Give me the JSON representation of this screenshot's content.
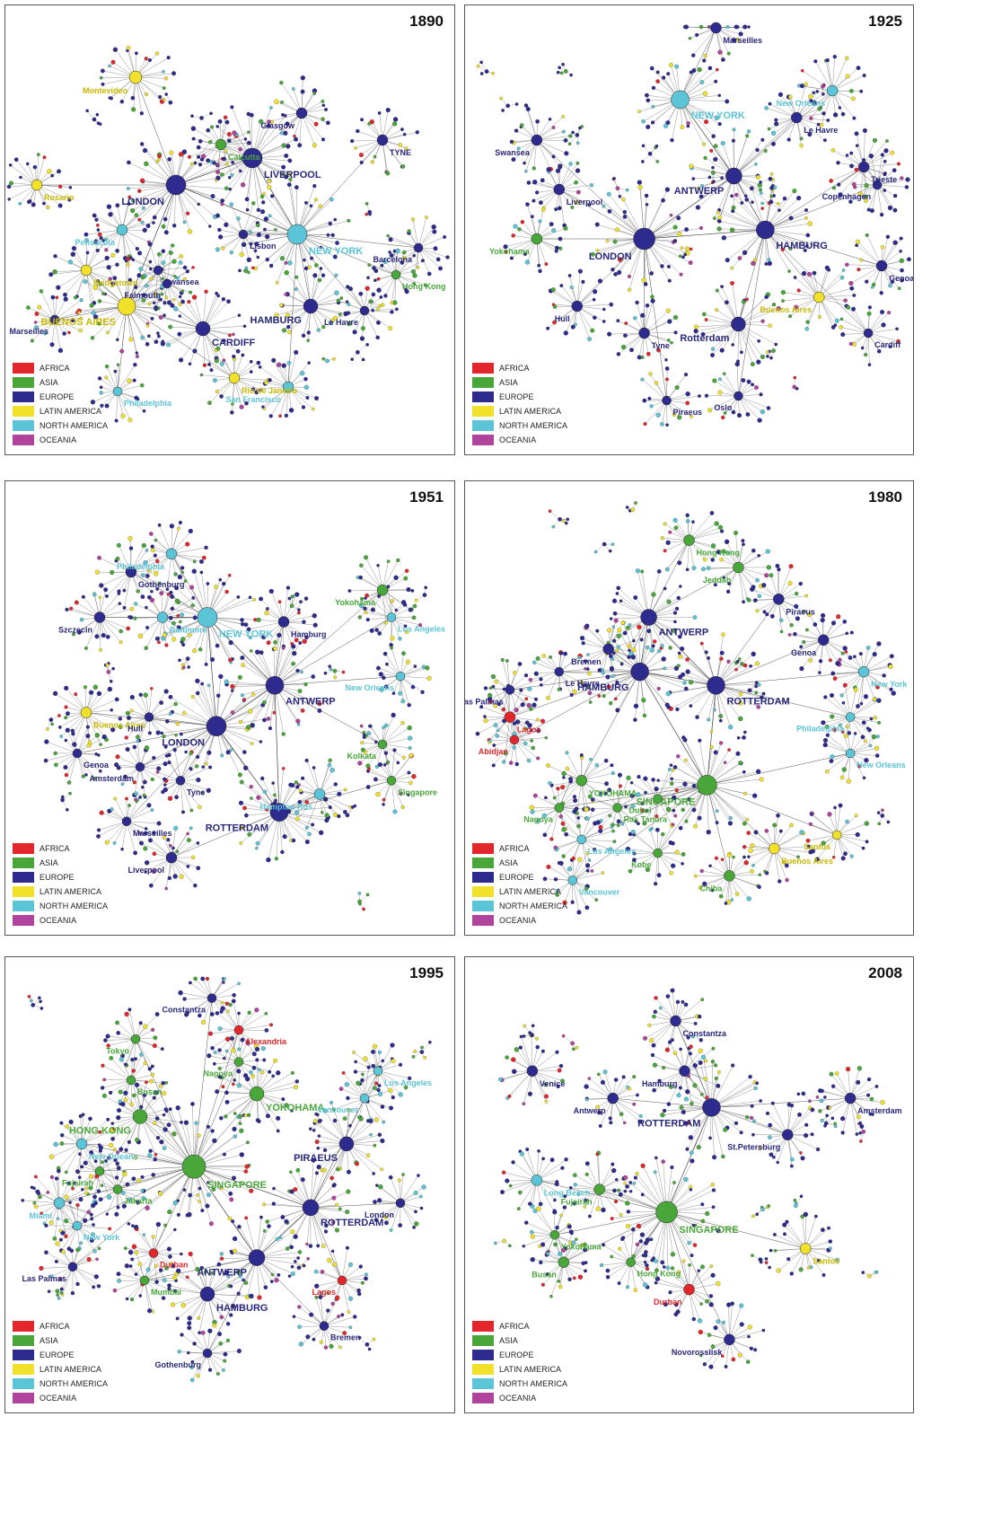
{
  "legend": [
    {
      "label": "AFRICA",
      "color": "#e3262b"
    },
    {
      "label": "ASIA",
      "color": "#49a73a"
    },
    {
      "label": "EUROPE",
      "color": "#2e2b8f"
    },
    {
      "label": "LATIN AMERICA",
      "color": "#f2e12a"
    },
    {
      "label": "NORTH AMERICA",
      "color": "#5bc4d6"
    },
    {
      "label": "OCEANIA",
      "color": "#b0449c"
    }
  ],
  "panels": [
    {
      "year": "1890",
      "hubs": [
        {
          "label": "LIVERPOOL",
          "region": "EUROPE"
        },
        {
          "label": "LONDON",
          "region": "EUROPE"
        },
        {
          "label": "NEW YORK",
          "region": "NORTH AMERICA"
        },
        {
          "label": "BUENOS AIRES",
          "region": "LATIN AMERICA"
        },
        {
          "label": "CARDIFF",
          "region": "EUROPE"
        },
        {
          "label": "HAMBURG",
          "region": "EUROPE"
        },
        {
          "label": "Calcutta",
          "region": "ASIA"
        },
        {
          "label": "Glasgow",
          "region": "EUROPE"
        },
        {
          "label": "TYNE",
          "region": "EUROPE"
        },
        {
          "label": "Montevideo",
          "region": "LATIN AMERICA"
        },
        {
          "label": "Rosario",
          "region": "LATIN AMERICA"
        },
        {
          "label": "Pensacola",
          "region": "NORTH AMERICA"
        },
        {
          "label": "Bridgetown",
          "region": "LATIN AMERICA"
        },
        {
          "label": "Marseilles",
          "region": "EUROPE"
        },
        {
          "label": "Swansea",
          "region": "EUROPE"
        },
        {
          "label": "Falmouth",
          "region": "EUROPE"
        },
        {
          "label": "Lisbon",
          "region": "EUROPE"
        },
        {
          "label": "Barcelona",
          "region": "EUROPE"
        },
        {
          "label": "Hong Kong",
          "region": "ASIA"
        },
        {
          "label": "Le Havre",
          "region": "EUROPE"
        },
        {
          "label": "Rio de Janeiro",
          "region": "LATIN AMERICA"
        },
        {
          "label": "San Francisco",
          "region": "NORTH AMERICA"
        },
        {
          "label": "Philadelphia",
          "region": "NORTH AMERICA"
        }
      ]
    },
    {
      "year": "1925",
      "hubs": [
        {
          "label": "NEW YORK",
          "region": "NORTH AMERICA"
        },
        {
          "label": "LONDON",
          "region": "EUROPE"
        },
        {
          "label": "HAMBURG",
          "region": "EUROPE"
        },
        {
          "label": "ANTWERP",
          "region": "EUROPE"
        },
        {
          "label": "Marseilles",
          "region": "EUROPE"
        },
        {
          "label": "New Orleans",
          "region": "NORTH AMERICA"
        },
        {
          "label": "Le Havre",
          "region": "EUROPE"
        },
        {
          "label": "Swansea",
          "region": "EUROPE"
        },
        {
          "label": "Liverpool",
          "region": "EUROPE"
        },
        {
          "label": "Yokohama",
          "region": "ASIA"
        },
        {
          "label": "Trieste",
          "region": "EUROPE"
        },
        {
          "label": "Copenhagen",
          "region": "EUROPE"
        },
        {
          "label": "Genoa",
          "region": "EUROPE"
        },
        {
          "label": "Buenos Aires",
          "region": "LATIN AMERICA"
        },
        {
          "label": "Cardiff",
          "region": "EUROPE"
        },
        {
          "label": "Hull",
          "region": "EUROPE"
        },
        {
          "label": "Tyne",
          "region": "EUROPE"
        },
        {
          "label": "Rotterdam",
          "region": "EUROPE"
        },
        {
          "label": "Piraeus",
          "region": "EUROPE"
        },
        {
          "label": "Oslo",
          "region": "EUROPE"
        }
      ]
    },
    {
      "year": "1951",
      "hubs": [
        {
          "label": "NEW YORK",
          "region": "NORTH AMERICA"
        },
        {
          "label": "LONDON",
          "region": "EUROPE"
        },
        {
          "label": "ANTWERP",
          "region": "EUROPE"
        },
        {
          "label": "ROTTERDAM",
          "region": "EUROPE"
        },
        {
          "label": "Gothenburg",
          "region": "EUROPE"
        },
        {
          "label": "Philadelphia",
          "region": "NORTH AMERICA"
        },
        {
          "label": "Baltimore",
          "region": "NORTH AMERICA"
        },
        {
          "label": "Szczecin",
          "region": "EUROPE"
        },
        {
          "label": "Hamburg",
          "region": "EUROPE"
        },
        {
          "label": "Yokohama",
          "region": "ASIA"
        },
        {
          "label": "Los Angeles",
          "region": "NORTH AMERICA"
        },
        {
          "label": "New Orleans",
          "region": "NORTH AMERICA"
        },
        {
          "label": "Buenos Aires",
          "region": "LATIN AMERICA"
        },
        {
          "label": "Hull",
          "region": "EUROPE"
        },
        {
          "label": "Genoa",
          "region": "EUROPE"
        },
        {
          "label": "Amsterdam",
          "region": "EUROPE"
        },
        {
          "label": "Tyne",
          "region": "EUROPE"
        },
        {
          "label": "Kolkata",
          "region": "ASIA"
        },
        {
          "label": "Singapore",
          "region": "ASIA"
        },
        {
          "label": "Hampton Rds",
          "region": "NORTH AMERICA"
        },
        {
          "label": "Marseilles",
          "region": "EUROPE"
        },
        {
          "label": "Liverpool",
          "region": "EUROPE"
        }
      ]
    },
    {
      "year": "1980",
      "hubs": [
        {
          "label": "ROTTERDAM",
          "region": "EUROPE"
        },
        {
          "label": "HAMBURG",
          "region": "EUROPE"
        },
        {
          "label": "ANTWERP",
          "region": "EUROPE"
        },
        {
          "label": "SINGAPORE",
          "region": "ASIA"
        },
        {
          "label": "YOKOHAMA",
          "region": "ASIA"
        },
        {
          "label": "Bremen",
          "region": "EUROPE"
        },
        {
          "label": "Hong Kong",
          "region": "ASIA"
        },
        {
          "label": "Jeddah",
          "region": "ASIA"
        },
        {
          "label": "Piraeus",
          "region": "EUROPE"
        },
        {
          "label": "Genoa",
          "region": "EUROPE"
        },
        {
          "label": "New York",
          "region": "NORTH AMERICA"
        },
        {
          "label": "Philadelphia",
          "region": "NORTH AMERICA"
        },
        {
          "label": "Le Havre",
          "region": "EUROPE"
        },
        {
          "label": "Las Palmas",
          "region": "EUROPE"
        },
        {
          "label": "Lagos",
          "region": "AFRICA"
        },
        {
          "label": "Abidjan",
          "region": "AFRICA"
        },
        {
          "label": "New Orleans",
          "region": "NORTH AMERICA"
        },
        {
          "label": "Nagoya",
          "region": "ASIA"
        },
        {
          "label": "Ras Tanura",
          "region": "ASIA"
        },
        {
          "label": "Dubai",
          "region": "ASIA"
        },
        {
          "label": "Los Angeles",
          "region": "NORTH AMERICA"
        },
        {
          "label": "Kobe",
          "region": "ASIA"
        },
        {
          "label": "Vancouver",
          "region": "NORTH AMERICA"
        },
        {
          "label": "Chiba",
          "region": "ASIA"
        },
        {
          "label": "Buenos Aires",
          "region": "LATIN AMERICA"
        },
        {
          "label": "Santos",
          "region": "LATIN AMERICA"
        }
      ]
    },
    {
      "year": "1995",
      "hubs": [
        {
          "label": "SINGAPORE",
          "region": "ASIA"
        },
        {
          "label": "HONG KONG",
          "region": "ASIA"
        },
        {
          "label": "YOKOHAMA",
          "region": "ASIA"
        },
        {
          "label": "PIRAEUS",
          "region": "EUROPE"
        },
        {
          "label": "ROTTERDAM",
          "region": "EUROPE"
        },
        {
          "label": "ANTWERP",
          "region": "EUROPE"
        },
        {
          "label": "HAMBURG",
          "region": "EUROPE"
        },
        {
          "label": "Constantza",
          "region": "EUROPE"
        },
        {
          "label": "Alexandria",
          "region": "AFRICA"
        },
        {
          "label": "Tokyo",
          "region": "ASIA"
        },
        {
          "label": "Busan",
          "region": "ASIA"
        },
        {
          "label": "Nagoya",
          "region": "ASIA"
        },
        {
          "label": "Los Angeles",
          "region": "NORTH AMERICA"
        },
        {
          "label": "Vancouver",
          "region": "NORTH AMERICA"
        },
        {
          "label": "New Orleans",
          "region": "NORTH AMERICA"
        },
        {
          "label": "Fujairah",
          "region": "ASIA"
        },
        {
          "label": "Jakarta",
          "region": "ASIA"
        },
        {
          "label": "Miami",
          "region": "NORTH AMERICA"
        },
        {
          "label": "New York",
          "region": "NORTH AMERICA"
        },
        {
          "label": "London",
          "region": "EUROPE"
        },
        {
          "label": "Durban",
          "region": "AFRICA"
        },
        {
          "label": "Las Palmas",
          "region": "EUROPE"
        },
        {
          "label": "Mumbai",
          "region": "ASIA"
        },
        {
          "label": "Lagos",
          "region": "AFRICA"
        },
        {
          "label": "Bremen",
          "region": "EUROPE"
        },
        {
          "label": "Gothenburg",
          "region": "EUROPE"
        }
      ]
    },
    {
      "year": "2008",
      "hubs": [
        {
          "label": "SINGAPORE",
          "region": "ASIA"
        },
        {
          "label": "ROTTERDAM",
          "region": "EUROPE"
        },
        {
          "label": "Constantza",
          "region": "EUROPE"
        },
        {
          "label": "Hamburg",
          "region": "EUROPE"
        },
        {
          "label": "Venice",
          "region": "EUROPE"
        },
        {
          "label": "Antwerp",
          "region": "EUROPE"
        },
        {
          "label": "Amsterdam",
          "region": "EUROPE"
        },
        {
          "label": "St.Petersburg",
          "region": "EUROPE"
        },
        {
          "label": "Long Beach",
          "region": "NORTH AMERICA"
        },
        {
          "label": "Fujairah",
          "region": "ASIA"
        },
        {
          "label": "Yokohama",
          "region": "ASIA"
        },
        {
          "label": "Busan",
          "region": "ASIA"
        },
        {
          "label": "Hong Kong",
          "region": "ASIA"
        },
        {
          "label": "Durban",
          "region": "AFRICA"
        },
        {
          "label": "Santos",
          "region": "LATIN AMERICA"
        },
        {
          "label": "Novorossiisk",
          "region": "EUROPE"
        }
      ]
    }
  ]
}
